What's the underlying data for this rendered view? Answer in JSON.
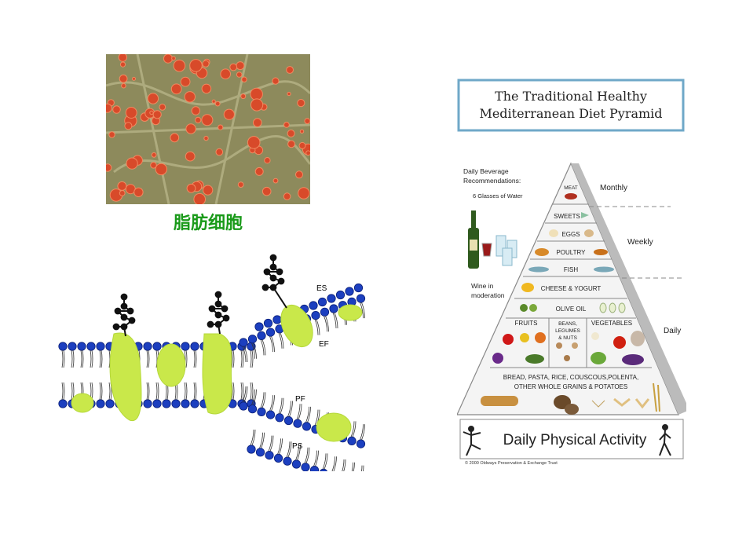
{
  "adipocyte_panel": {
    "caption": "脂肪细胞"
  },
  "membrane_diagram": {
    "labels": {
      "es": "ES",
      "ef": "EF",
      "pf": "PF",
      "ps": "PS"
    }
  },
  "diet_pyramid": {
    "title_line1": "The Traditional Healthy",
    "title_line2": "Mediterranean Diet Pyramid",
    "beverage_heading_1": "Daily Beverage",
    "beverage_heading_2": "Recommendations:",
    "beverage_water": "6 Glasses of Water",
    "wine_line1": "Wine in",
    "wine_line2": "moderation",
    "frequency": {
      "monthly": "Monthly",
      "weekly": "Weekly",
      "daily": "Daily"
    },
    "tiers": {
      "meat": "MEAT",
      "sweets": "SWEETS",
      "eggs": "EGGS",
      "poultry": "POULTRY",
      "fish": "FISH",
      "cheese": "CHEESE & YOGURT",
      "olive_oil": "OLIVE OIL",
      "fruits": "FRUITS",
      "beans_1": "BEANS,",
      "beans_2": "LEGUMES",
      "beans_3": "& NUTS",
      "vegetables": "VEGETABLES",
      "grains_1": "BREAD, PASTA, RICE, COUSCOUS,POLENTA,",
      "grains_2": "OTHER WHOLE GRAINS & POTATOES"
    },
    "activity": "Daily Physical Activity",
    "copyright": "© 2000 Oldways Preservation & Exchange Trust"
  }
}
